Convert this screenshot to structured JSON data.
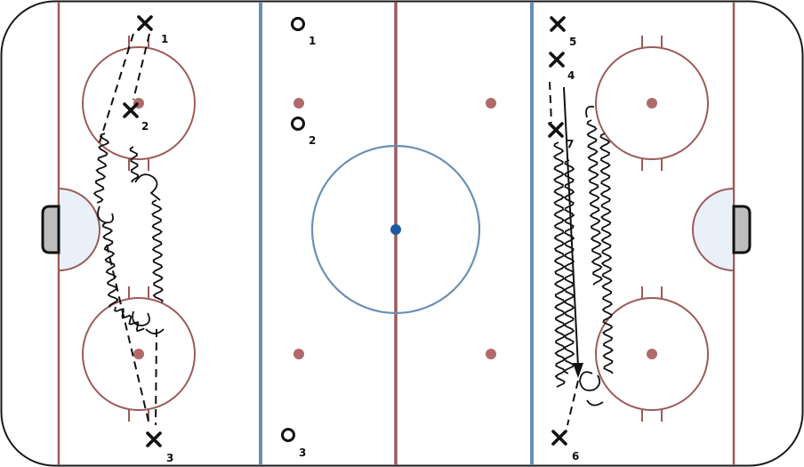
{
  "colors": {
    "boards": "#1a1a1a",
    "red_line": "#9b5a5a",
    "blue_line": "#6a8fb5",
    "center_circle": "#6a8fb5",
    "center_dot": "#1f5aa0",
    "faceoff_dot": "#b06a6a",
    "crease_fill": "#e9f0f8",
    "goal_fill": "#bdbdbd",
    "marker": "#111111"
  },
  "players": {
    "left_x": [
      {
        "label": "1",
        "icon": "x-marker"
      },
      {
        "label": "2",
        "icon": "x-marker"
      },
      {
        "label": "3",
        "icon": "x-marker"
      }
    ],
    "middle_o": [
      {
        "label": "1",
        "icon": "o-marker"
      },
      {
        "label": "2",
        "icon": "o-marker"
      },
      {
        "label": "3",
        "icon": "o-marker"
      }
    ],
    "right_x": [
      {
        "label": "5",
        "icon": "x-marker"
      },
      {
        "label": "4",
        "icon": "x-marker"
      },
      {
        "label": "7",
        "icon": "x-marker"
      },
      {
        "label": "6",
        "icon": "x-marker"
      }
    ]
  }
}
